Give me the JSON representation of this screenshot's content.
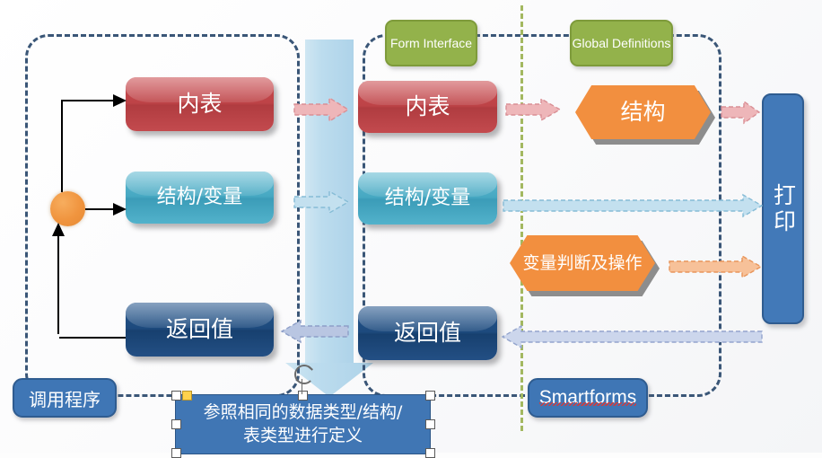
{
  "diagram": {
    "title": "SAP Smartforms data flow diagram",
    "colors": {
      "red_box": "#bd4347",
      "cyan_box": "#46a8c2",
      "navy_box": "#1d4a7d",
      "orange": "#f28f3f",
      "green_tag": "#93b24b",
      "blue_pill": "#3f76b5",
      "panel_border": "#3a5677",
      "green_divider": "#a3b860",
      "big_arrow": "#bcdcee",
      "pink_arrow": "#eba9ad",
      "cyan_arrow": "#a8d5e8",
      "orange_arrow": "#f6b98a",
      "lav_arrow": "#b7c6e4"
    },
    "left_panel": {
      "label": "调用程序",
      "boxes": [
        {
          "label": "内表",
          "style": "red"
        },
        {
          "label": "结构/变量",
          "style": "cyan"
        },
        {
          "label": "返回值",
          "style": "navy"
        }
      ],
      "node": "orange-circle"
    },
    "right_panel": {
      "label": "Smartforms",
      "tags": [
        {
          "label": "Form Interface"
        },
        {
          "label": "Global Definitions"
        }
      ],
      "boxes": [
        {
          "label": "内表",
          "style": "red"
        },
        {
          "label": "结构/变量",
          "style": "cyan"
        },
        {
          "label": "返回值",
          "style": "navy"
        }
      ],
      "hexagons": [
        {
          "label": "结构"
        },
        {
          "label": "变量判断及操作"
        }
      ]
    },
    "output": {
      "label": "打印"
    },
    "bottom_note": {
      "line1": "参照相同的数据类型/结构/",
      "line2": "表类型进行定义",
      "selected": true
    },
    "arrows": {
      "a1": "pink right arrow — 内表 to 内表",
      "a2": "cyan right arrow — 结构/变量 to 结构/变量",
      "a3": "lavender left arrow — 返回值 back to 返回值",
      "a4": "pink right arrow — 内表 to 结构",
      "a5": "pink right arrow — 结构 to 打印",
      "a6": "cyan right arrow — 结构/变量 to 打印",
      "a7": "orange right arrow — 变量判断及操作 to 打印",
      "a8": "lavender left arrow — 打印 back to 返回值",
      "big": "big light-blue down arrow"
    }
  }
}
